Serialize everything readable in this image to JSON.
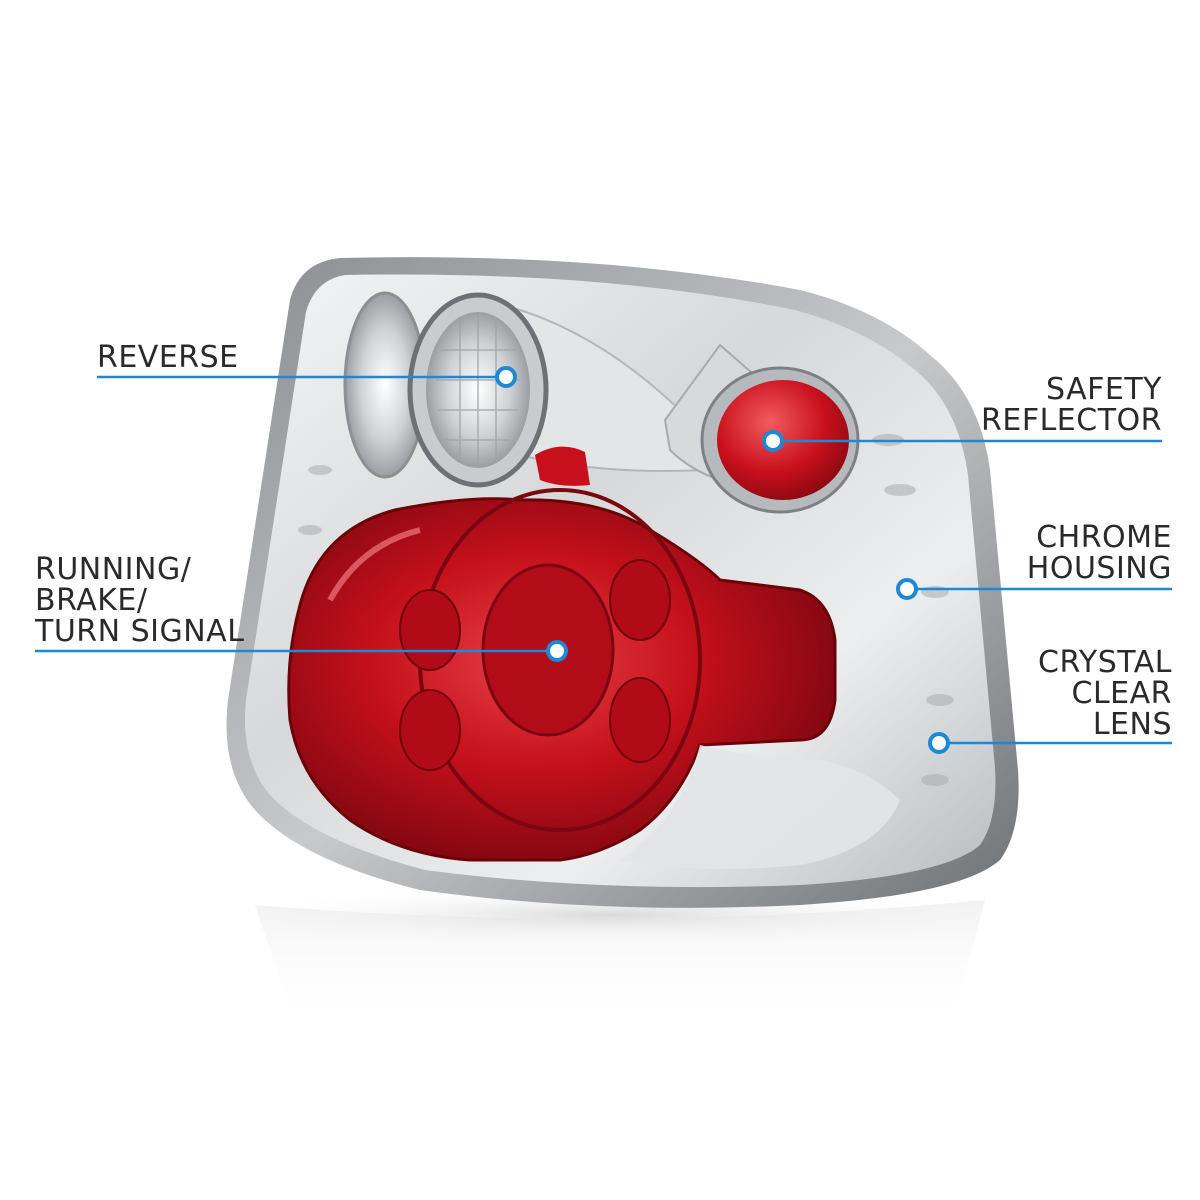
{
  "callouts": {
    "reverse": {
      "lines": [
        "REVERSE"
      ]
    },
    "running": {
      "lines": [
        "RUNNING/",
        "BRAKE/",
        "TURN SIGNAL"
      ]
    },
    "safety": {
      "lines": [
        "SAFETY",
        "REFLECTOR"
      ]
    },
    "chrome": {
      "lines": [
        "CHROME",
        "HOUSING"
      ]
    },
    "crystal": {
      "lines": [
        "CRYSTAL",
        "CLEAR",
        "LENS"
      ]
    }
  },
  "colors": {
    "callout_line": "#1e88d8",
    "label_text": "#2a2a2a",
    "lens_red": "#c8101c",
    "chrome": "#d9dbdd"
  },
  "icons": [
    "callout-dot"
  ]
}
